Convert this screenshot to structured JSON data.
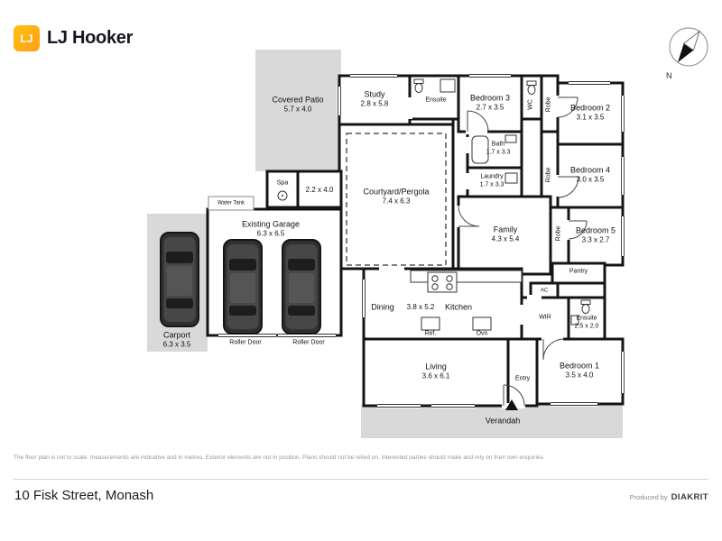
{
  "brand": {
    "logo_mark": "LJ",
    "logo_text": "LJ Hooker"
  },
  "compass": {
    "north_label": "N"
  },
  "colors": {
    "brand_yellow": "#FFB300",
    "slab_gray": "#D9D9D9",
    "wall_black": "#141414"
  },
  "icons": {
    "compass": "compass-rose-icon",
    "car": "car-top-view-icon",
    "toilet": "toilet-icon",
    "stove": "stove-burners-icon",
    "entry_marker": "entry-arrow-icon"
  },
  "plan": {
    "rooms": {
      "covered_patio": {
        "name": "Covered Patio",
        "dims": "5.7 x 4.0"
      },
      "study": {
        "name": "Study",
        "dims": "2.8 x 5.8"
      },
      "ensuite_top": {
        "name": "Ensuite"
      },
      "bedroom3": {
        "name": "Bedroom 3",
        "dims": "2.7 x 3.5"
      },
      "wc": {
        "name": "WC"
      },
      "robe_bedroom2": {
        "name": "Robe"
      },
      "bedroom2": {
        "name": "Bedroom 2",
        "dims": "3.1 x 3.5"
      },
      "bath": {
        "name": "Bath",
        "dims": "1.7 x 3.3"
      },
      "laundry": {
        "name": "Laundry",
        "dims": "1.7 x 3.3"
      },
      "robe_bedroom4": {
        "name": "Robe"
      },
      "bedroom4": {
        "name": "Bedroom 4",
        "dims": "3.0 x 3.5"
      },
      "spa": {
        "name": "Spa"
      },
      "side_passage": {
        "dims": "2.2 x 4.0"
      },
      "water_tank": {
        "name": "Water Tank"
      },
      "courtyard": {
        "name": "Courtyard/Pergola",
        "dims": "7.4 x 6.3"
      },
      "family": {
        "name": "Family",
        "dims": "4.3 x 5.4"
      },
      "robe_bedroom5": {
        "name": "Robe"
      },
      "bedroom5": {
        "name": "Bedroom 5",
        "dims": "3.3 x 2.7"
      },
      "pantry": {
        "name": "Pantry"
      },
      "ac": {
        "name": "AC"
      },
      "garage": {
        "name": "Existing Garage",
        "dims": "6.3 x 6.5"
      },
      "carport": {
        "name": "Carport",
        "dims": "6.3 x 3.5"
      },
      "roller_door_left": {
        "name": "Roller Door"
      },
      "roller_door_right": {
        "name": "Roller Door"
      },
      "dining": {
        "name": "Dining"
      },
      "dining_kitchen": {
        "dims": "3.8 x 5.2"
      },
      "kitchen": {
        "name": "Kitchen"
      },
      "fridge": {
        "name": "Ref."
      },
      "oven": {
        "name": "Ovn"
      },
      "wir": {
        "name": "WIR"
      },
      "ensuite_main": {
        "name": "Ensuite",
        "dims": "2.5 x 2.0"
      },
      "bedroom1": {
        "name": "Bedroom 1",
        "dims": "3.5 x 4.0"
      },
      "living": {
        "name": "Living",
        "dims": "3.6 x 6.1"
      },
      "entry": {
        "name": "Entry"
      },
      "verandah": {
        "name": "Verandah"
      }
    }
  },
  "footer": {
    "disclaimer": "The floor plan is not to scale, measurements are indicative and in metres. Exterior elements are not in position. Plans should not be relied on. Interested parties should make and rely on their own enquiries.",
    "address": "10 Fisk Street, Monash",
    "produced_by": "Produced by",
    "producer": "DIAKRIT"
  }
}
